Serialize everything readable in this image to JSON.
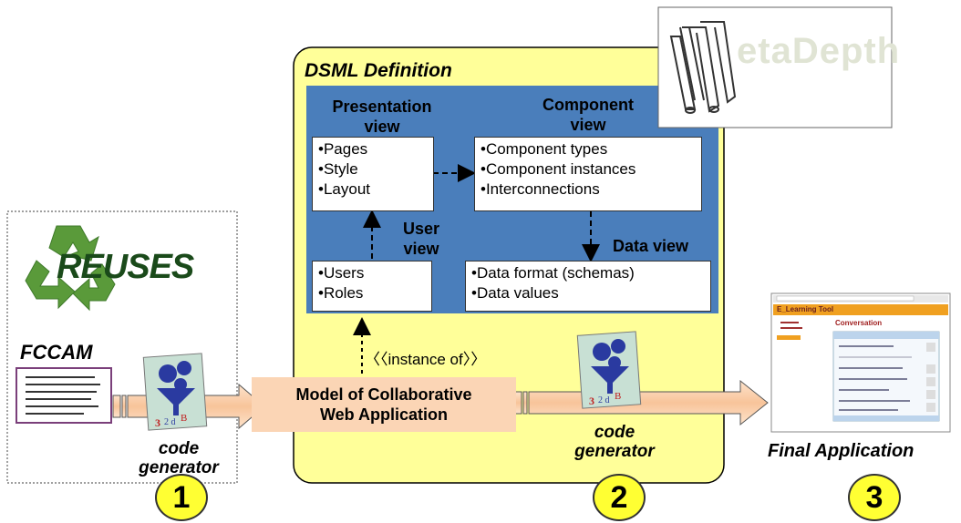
{
  "dsml": {
    "title": "DSML Definition",
    "presentation_view": {
      "title_line1": "Presentation",
      "title_line2": "view",
      "items": [
        "•Pages",
        "•Style",
        "•Layout"
      ]
    },
    "component_view": {
      "title_line1": "Component",
      "title_line2": "view",
      "items": [
        "•Component types",
        "•Component instances",
        "•Interconnections"
      ]
    },
    "user_view": {
      "title_line1": "User",
      "title_line2": "view",
      "items": [
        "•Users",
        "•Roles"
      ]
    },
    "data_view": {
      "title": "Data view",
      "items": [
        "•Data format (schemas)",
        "•Data values"
      ]
    }
  },
  "metadepth": {
    "text": "etaDepth"
  },
  "reuses": {
    "logo_text": "REUSES",
    "fccam": "FCCAM"
  },
  "model": {
    "line1": "Model of Collaborative",
    "line2": "Web Application"
  },
  "instance_of": "〈〈instance of〉〉",
  "generator1": {
    "line1": "code",
    "line2": "generator"
  },
  "generator2": {
    "line1": "code",
    "line2": "generator"
  },
  "final_app": {
    "label": "Final Application",
    "header": "E_Learning Tool",
    "page_title": "Conversation"
  },
  "steps": [
    "1",
    "2",
    "3"
  ],
  "colors": {
    "panel_yellow": "#ffff99",
    "view_blue": "#4a7ebb",
    "arrow_peach": "#fbd5b5",
    "badge_yellow": "#ffff33",
    "recycle_green": "#5a9a3a"
  }
}
